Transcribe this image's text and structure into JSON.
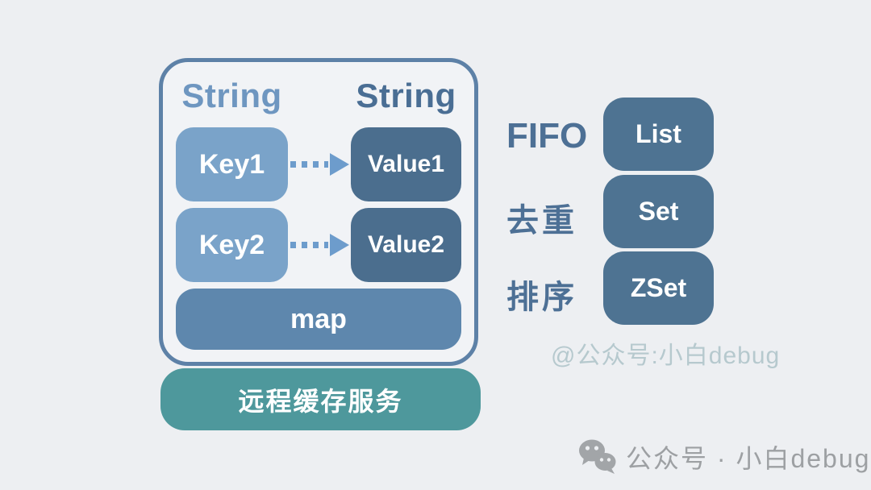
{
  "page": {
    "background": "#edeff2"
  },
  "map_box": {
    "key_type_header": "String",
    "value_type_header": "String",
    "entries": [
      {
        "key": "Key1",
        "value": "Value1"
      },
      {
        "key": "Key2",
        "value": "Value2"
      }
    ],
    "map_label": "map"
  },
  "service": {
    "label": "远程缓存服务"
  },
  "structures": [
    {
      "feature": "FIFO",
      "name": "List"
    },
    {
      "feature": "去重",
      "name": "Set"
    },
    {
      "feature": "排序",
      "name": "ZSet"
    }
  ],
  "watermark": {
    "text": "@公众号:小白debug"
  },
  "footer": {
    "label": "公众号 · 小白debug"
  },
  "colors": {
    "background": "#edeff2",
    "container_border": "#5d81a7",
    "container_fill": "#f1f3f6",
    "key_box": "#7aa3c9",
    "value_box": "#4b6e8e",
    "map_bar": "#5e87ad",
    "service_box": "#4e989c",
    "structure_box": "#4e7392",
    "header_left_text": "#6e96c0",
    "header_right_text": "#4a6e94",
    "feature_label_text": "#4d7095",
    "arrow": "#6d9ccc",
    "watermark_text": "#b6c9ce",
    "footer_text": "#9da0a3"
  }
}
